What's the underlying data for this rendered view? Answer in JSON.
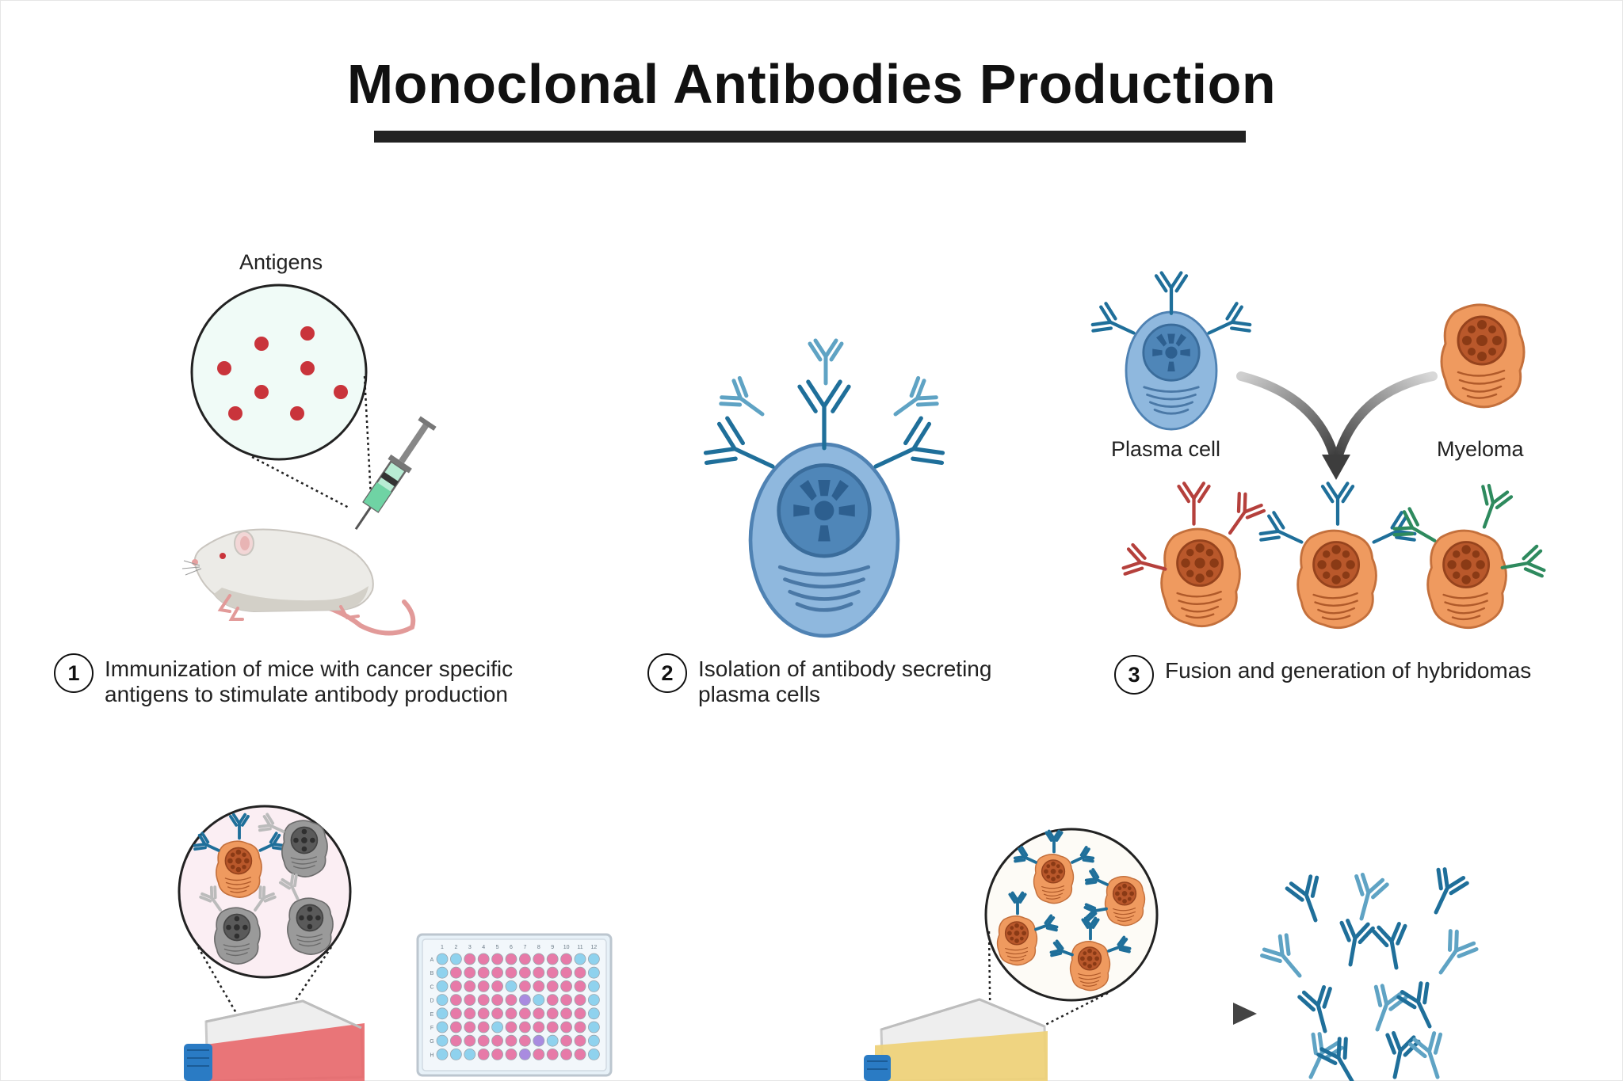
{
  "title": "Monoclonal Antibodies Production",
  "labels": {
    "antigens": "Antigens",
    "plasma_cell": "Plasma cell",
    "myeloma": "Myeloma"
  },
  "steps": [
    {
      "number": "1",
      "line1": "Immunization of mice with cancer specific",
      "line2": "antigens to stimulate antibody production"
    },
    {
      "number": "2",
      "line1": "Isolation of  antibody secreting",
      "line2": "plasma cells"
    },
    {
      "number": "3",
      "line1": "Fusion and generation of hybridomas",
      "line2": ""
    }
  ],
  "plate": {
    "columns": [
      "1",
      "2",
      "3",
      "4",
      "5",
      "6",
      "7",
      "8",
      "9",
      "10",
      "11",
      "12"
    ],
    "rows": [
      "A",
      "B",
      "C",
      "D",
      "E",
      "F",
      "G",
      "H"
    ]
  },
  "colors": {
    "antibody_blue": "#1f6f9a",
    "antibody_light": "#5fa3c4",
    "plasma_cell": "#8fb8de",
    "myeloma": "#ef9a5f",
    "antibody_red": "#b5403c",
    "antibody_green": "#2e8a5e",
    "antigen": "#c9343b",
    "flask_red": "#e8676a",
    "flask_yellow": "#eed27a",
    "cap_blue": "#2a7bc4",
    "well_pink": "#e77aa8",
    "well_blue": "#8fd2ee"
  }
}
